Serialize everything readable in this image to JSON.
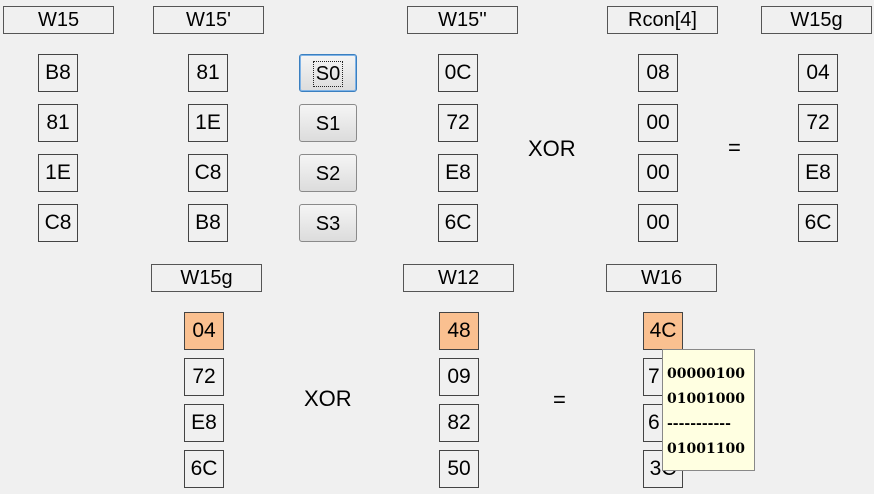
{
  "top": {
    "headers": {
      "w15": "W15",
      "w15_rot": "W15'",
      "w15_sub": "W15''",
      "rcon": "Rcon[4]",
      "w15g": "W15g"
    },
    "w15": [
      "B8",
      "81",
      "1E",
      "C8"
    ],
    "w15_rot": [
      "81",
      "1E",
      "C8",
      "B8"
    ],
    "sbox_buttons": [
      "S0",
      "S1",
      "S2",
      "S3"
    ],
    "w15_sub": [
      "0C",
      "72",
      "E8",
      "6C"
    ],
    "xor_label": "XOR",
    "rcon": [
      "08",
      "00",
      "00",
      "00"
    ],
    "equals": "=",
    "w15g": [
      "04",
      "72",
      "E8",
      "6C"
    ]
  },
  "bottom": {
    "headers": {
      "w15g": "W15g",
      "w12": "W12",
      "w16": "W16"
    },
    "w15g": [
      "04",
      "72",
      "E8",
      "6C"
    ],
    "xor_label": "XOR",
    "w12": [
      "48",
      "09",
      "82",
      "50"
    ],
    "equals": "=",
    "w16": [
      "4C",
      "7",
      "6",
      "3C"
    ]
  },
  "tooltip": {
    "line1": "00000100",
    "line2": "01001000",
    "separator": "-----------",
    "result": "01001100"
  },
  "colors": {
    "highlight": "#fac090",
    "tooltip_bg": "#ffffe1"
  }
}
